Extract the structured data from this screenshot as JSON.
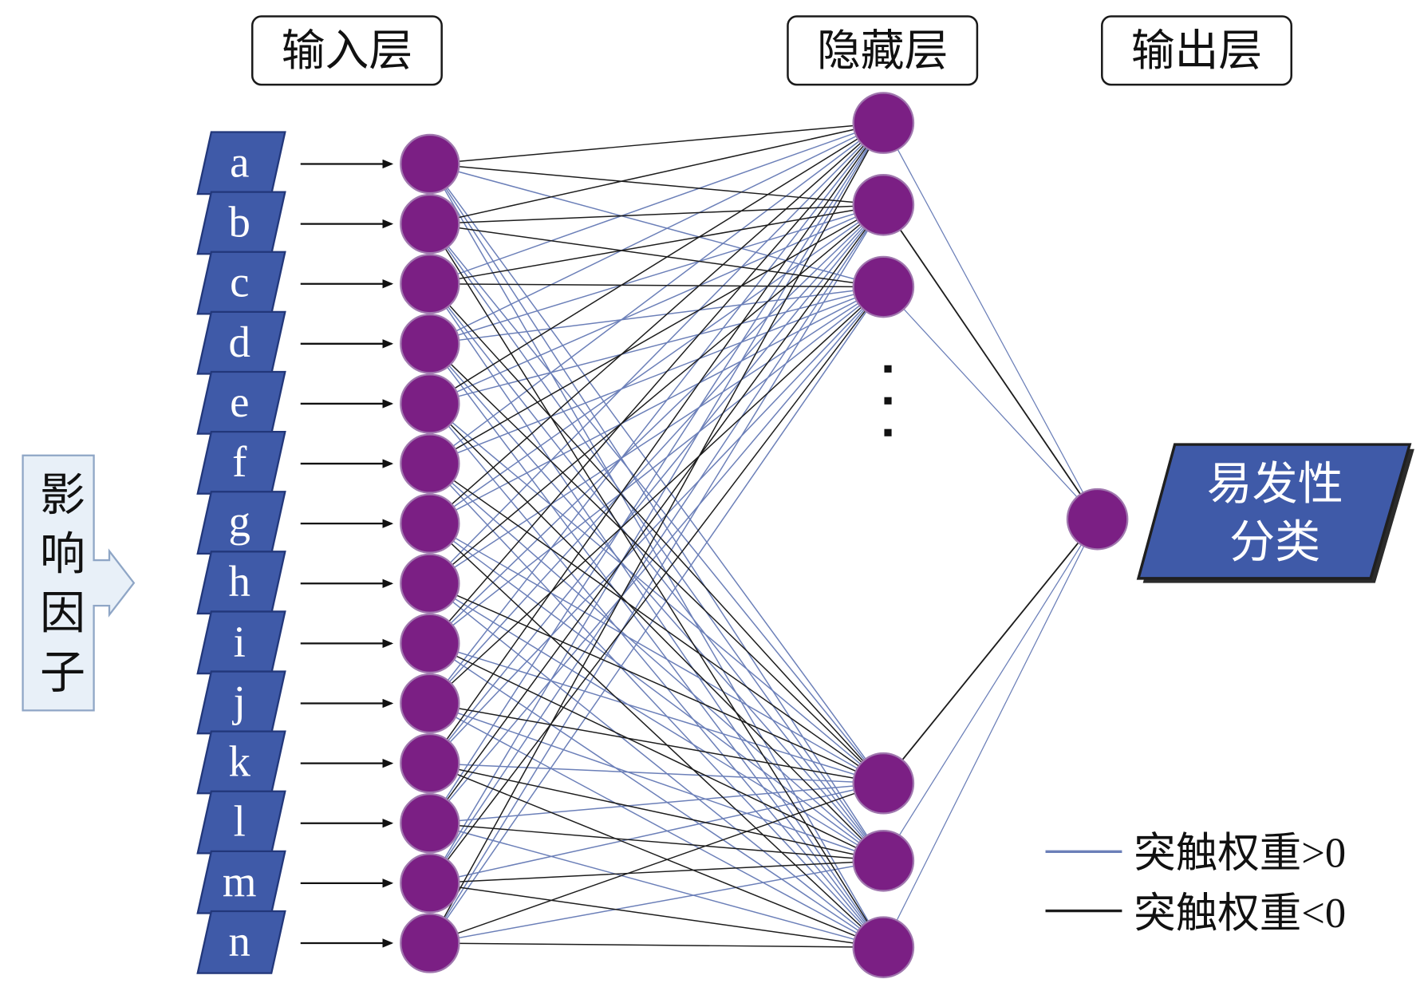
{
  "headers": {
    "input": "输入层",
    "hidden": "隐藏层",
    "output": "输出层"
  },
  "side_label": "影响因子",
  "inputs": [
    "a",
    "b",
    "c",
    "d",
    "e",
    "f",
    "g",
    "h",
    "i",
    "j",
    "k",
    "l",
    "m",
    "n"
  ],
  "hidden": {
    "shown_above_ellipsis": 3,
    "shown_below_ellipsis": 3
  },
  "output": {
    "label_lines": [
      "易发性",
      "分类"
    ]
  },
  "legend": [
    {
      "label": "突触权重>0",
      "sign": "+"
    },
    {
      "label": "突触权重<0",
      "sign": "-"
    }
  ],
  "synapse_signs": {
    "input_to_hidden": [
      [
        "-",
        "-",
        "+",
        "+",
        "+",
        "+"
      ],
      [
        "-",
        "-",
        "-",
        "+",
        "+",
        "-"
      ],
      [
        "+",
        "-",
        "-",
        "-",
        "+",
        "+"
      ],
      [
        "+",
        "+",
        "+",
        "-",
        "+",
        "+"
      ],
      [
        "-",
        "+",
        "+",
        "+",
        "-",
        "+"
      ],
      [
        "+",
        "-",
        "+",
        "-",
        "+",
        "+"
      ],
      [
        "-",
        "+",
        "+",
        "+",
        "+",
        "-"
      ],
      [
        "+",
        "-",
        "+",
        "-",
        "+",
        "+"
      ],
      [
        "-",
        "+",
        "+",
        "+",
        "-",
        "+"
      ],
      [
        "+",
        "+",
        "-",
        "-",
        "+",
        "+"
      ],
      [
        "-",
        "+",
        "+",
        "+",
        "-",
        "-"
      ],
      [
        "+",
        "-",
        "+",
        "+",
        "-",
        "+"
      ],
      [
        "+",
        "+",
        "-",
        "+",
        "-",
        "-"
      ],
      [
        "-",
        "+",
        "+",
        "-",
        "+",
        "-"
      ]
    ],
    "hidden_to_output": [
      "+",
      "-",
      "+",
      "-",
      "+",
      "+"
    ]
  },
  "colors": {
    "node": "#7b1f84",
    "node_rim": "#a077ae",
    "factor_box": "#3f5aa8",
    "factor_box_border": "#22377a",
    "positive_synapse": "#6b7fb8",
    "negative_synapse": "#1c1c1c",
    "side_box": "#e8f0f8",
    "side_box_border": "#8fa6c6"
  }
}
